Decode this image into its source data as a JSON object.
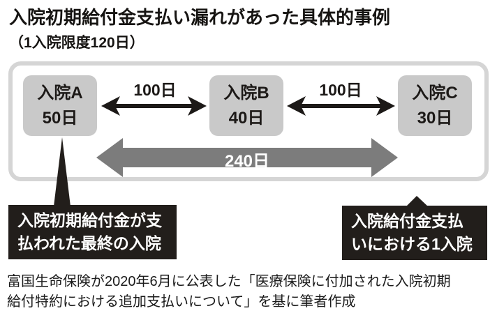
{
  "title": "入院初期給付金支払い漏れがあった具体的事例",
  "subtitle": "（1入院限度120日）",
  "diagram": {
    "boxes": [
      {
        "name": "入院A",
        "days": "50日"
      },
      {
        "name": "入院B",
        "days": "40日"
      },
      {
        "name": "入院C",
        "days": "30日"
      }
    ],
    "gap_labels": [
      "100日",
      "100日"
    ],
    "total_label": "240日"
  },
  "callouts": {
    "left": {
      "line1": "入院初期給付金が支",
      "line2": "払われた最終の入院"
    },
    "right": {
      "line1": "入院給付金支払",
      "line2": "いにおける1入院"
    }
  },
  "source": {
    "line1": "富国生命保険が2020年6月に公表した「医療保険に付加された入院初期",
    "line2": "給付特約における追加支払いについて」を基に筆者作成"
  },
  "colors": {
    "box_gray": "#c9c9c9",
    "panel_border_gray": "#d5d5d5",
    "span_arrow_gray": "#7c7c7c",
    "callout_black": "#221e1b",
    "text_black": "#1c1917"
  }
}
